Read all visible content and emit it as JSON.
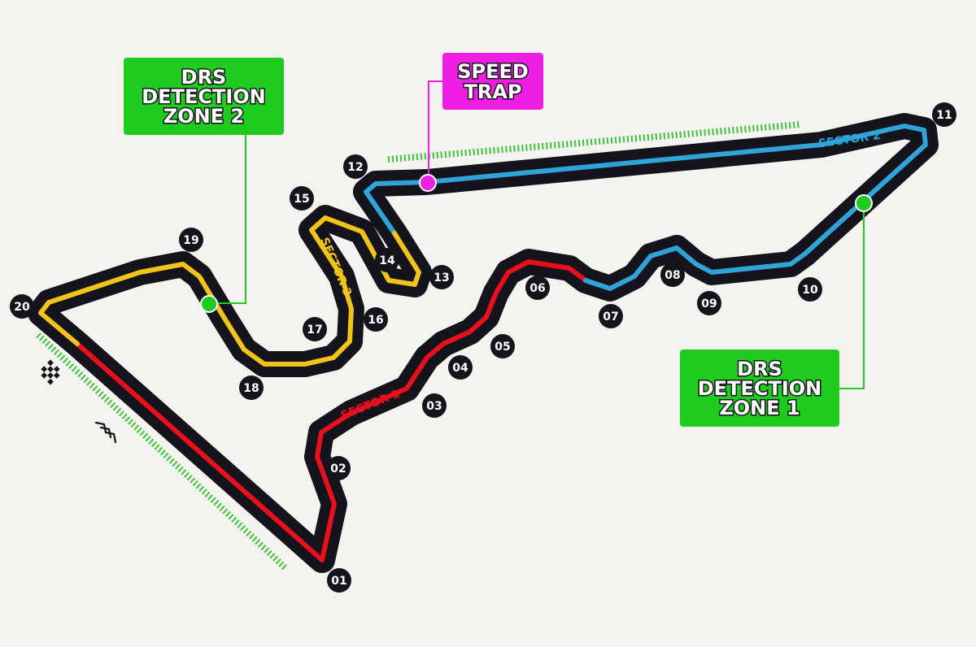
{
  "colors": {
    "background": "#f5f3f0",
    "track": "#15131c",
    "sector_1": "#e8101c",
    "sector_2": "#2fa4d8",
    "sector_3": "#f2c419",
    "drs_box": "#1fcb1f",
    "speed_trap_box": "#ee1ee5",
    "drs_zone_line": "#3ec23e",
    "turn_badge": "#15131c",
    "turn_text": "#ffffff"
  },
  "sectors": {
    "sector_1": "SECTOR 1",
    "sector_2": "SECTOR 2",
    "sector_3": "SECTOR 3"
  },
  "drs_detection_zone_1": [
    "DRS",
    "DETECTION",
    "ZONE 1"
  ],
  "drs_detection_zone_2": [
    "DRS",
    "DETECTION",
    "ZONE 2"
  ],
  "speed_trap": [
    "SPEED",
    "TRAP"
  ],
  "turns": [
    "01",
    "02",
    "03",
    "04",
    "05",
    "06",
    "07",
    "08",
    "09",
    "10",
    "11",
    "12",
    "13",
    "14",
    "15",
    "16",
    "17",
    "18",
    "19",
    "20"
  ],
  "icons": {
    "start_finish": "checkered-flag-icon",
    "direction": "direction-chevrons-icon"
  }
}
